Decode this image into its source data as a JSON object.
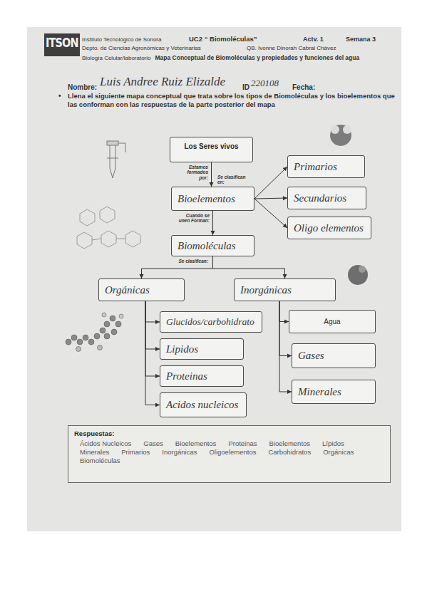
{
  "diagram": {
    "nodes": [
      {
        "text": [
          "Los Seres vivos"
        ]
      },
      {
        "text": [
          "Bioelementos"
        ]
      },
      {
        "text": [
          "Primarios"
        ]
      },
      {
        "text": [
          "Secundarios"
        ]
      },
      {
        "text": [
          "Oligo elementos"
        ]
      },
      {
        "text": [
          "Biomoléculas"
        ]
      },
      {
        "text": [
          "Orgánicas"
        ]
      },
      {
        "text": [
          "Inorgánicas"
        ]
      },
      {
        "text": [
          "Glucidos/carbohidrato"
        ]
      },
      {
        "text": [
          "Lipidos"
        ]
      },
      {
        "text": [
          "Proteinas"
        ]
      },
      {
        "text": [
          "Acidos nucleicos"
        ]
      },
      {
        "text": [
          "Agua"
        ]
      },
      {
        "text": [
          "Gases"
        ]
      },
      {
        "text": [
          "Minerales"
        ]
      },
      {
        "text": [
          "Respuestas:",
          "Ácidos Nucleicos",
          "Gases",
          "Bioelementos",
          "Proteinas",
          "Bioelementos",
          "Lípidos",
          "Minerales",
          "Primarios",
          "Inorgánicas",
          "Oligoelementos",
          "Carbohidratos",
          "Orgánicas",
          "Biomoléculas"
        ]
      }
    ],
    "edges": [
      {
        "from": 0,
        "to": 1,
        "label": "Estamos formados por:",
        "arrow": "to"
      },
      {
        "from": 1,
        "to": 2,
        "label": "Se clasifican en:",
        "arrow": "to"
      },
      {
        "from": 1,
        "to": 3,
        "arrow": "to"
      },
      {
        "from": 1,
        "to": 4,
        "arrow": "to"
      },
      {
        "from": 1,
        "to": 5,
        "label": "Cuando se unen Forman:",
        "arrow": "to"
      },
      {
        "from": 5,
        "to": 6,
        "label": "Se clasifican:",
        "arrow": "to"
      },
      {
        "from": 5,
        "to": 7,
        "arrow": "to"
      },
      {
        "from": 6,
        "to": 8,
        "arrow": "to"
      },
      {
        "from": 6,
        "to": 9,
        "arrow": "to"
      },
      {
        "from": 6,
        "to": 10,
        "arrow": "to"
      },
      {
        "from": 6,
        "to": 11,
        "arrow": "to"
      },
      {
        "from": 7,
        "to": 12,
        "arrow": "to"
      },
      {
        "from": 7,
        "to": 13,
        "arrow": "to"
      },
      {
        "from": 7,
        "to": 14,
        "arrow": "to"
      }
    ],
    "labels": [
      "Instituto Tecnológico de Sonora",
      "UC2 “ Biomoléculas”",
      "Actv. 1",
      "Semana 3",
      "Depto. de Ciencias Agronómicas y Veterinarias",
      "QB. Ivonne Dinorah Cabral Chávez",
      "Biología Celular/laboratorio",
      "Mapa Conceptual de Biomoléculas y propiedades y funciones del agua",
      "Nombre:",
      "Luis Andree Ruiz Elizalde",
      "ID",
      "220108",
      "Fecha:",
      "•",
      "Llena el siguiente mapa conceptual que trata sobre los tipos de Biomoléculas y los bioelementos que las conforman con las respuestas de la parte posterior del mapa",
      "ITSON"
    ]
  }
}
